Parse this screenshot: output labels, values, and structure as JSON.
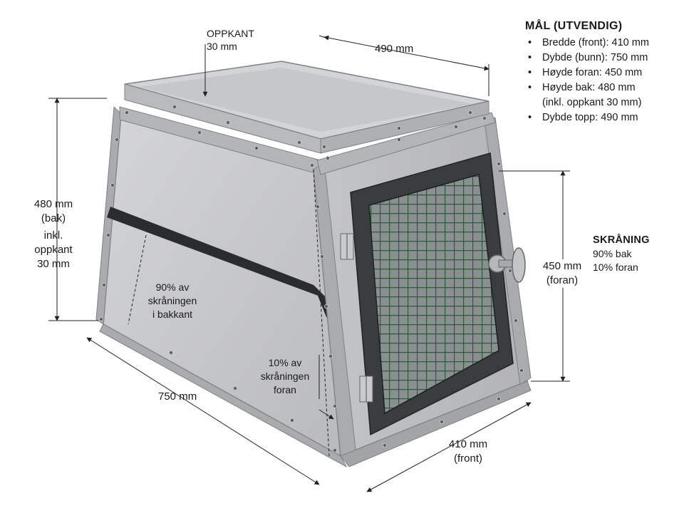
{
  "labels": {
    "oppkant_title": "OPPKANT",
    "oppkant_value": "30 mm",
    "top_depth": "490 mm",
    "back_height_value": "480 mm",
    "back_height_sub": "(bak)",
    "back_height_incl": "inkl.",
    "back_height_oppkant": "oppkant",
    "back_height_oppkant_value": "30 mm",
    "back_slope_1": "90% av",
    "back_slope_2": "skråningen",
    "back_slope_3": "i bakkant",
    "front_slope_1": "10% av",
    "front_slope_2": "skråningen",
    "front_slope_3": "foran",
    "bottom_depth": "750 mm",
    "front_width_value": "410 mm",
    "front_width_sub": "(front)",
    "front_height_value": "450 mm",
    "front_height_sub": "(foran)"
  },
  "spec": {
    "title": "MÅL (UTVENDIG)",
    "items": [
      "Bredde (front): 410 mm",
      "Dybde (bunn): 750 mm",
      "Høyde foran: 450 mm",
      "Høyde bak: 480 mm",
      "(inkl. oppkant 30 mm)",
      "Dybde topp: 490 mm"
    ]
  },
  "slope": {
    "title": "SKRÅNING",
    "back": "90% bak",
    "front": "10% foran"
  },
  "colors": {
    "side_panel": "#c9cacc",
    "front_panel": "#bfc0c2",
    "frame": "#a9abae",
    "top": "#d8d8d9",
    "strap": "#2a2c2e",
    "door_frame": "#3a3d40",
    "mesh": "#2e5b39",
    "dimension_line": "#222222"
  },
  "icons": [
    "handle-knob-icon",
    "hinge-icon",
    "rivet-icon"
  ]
}
